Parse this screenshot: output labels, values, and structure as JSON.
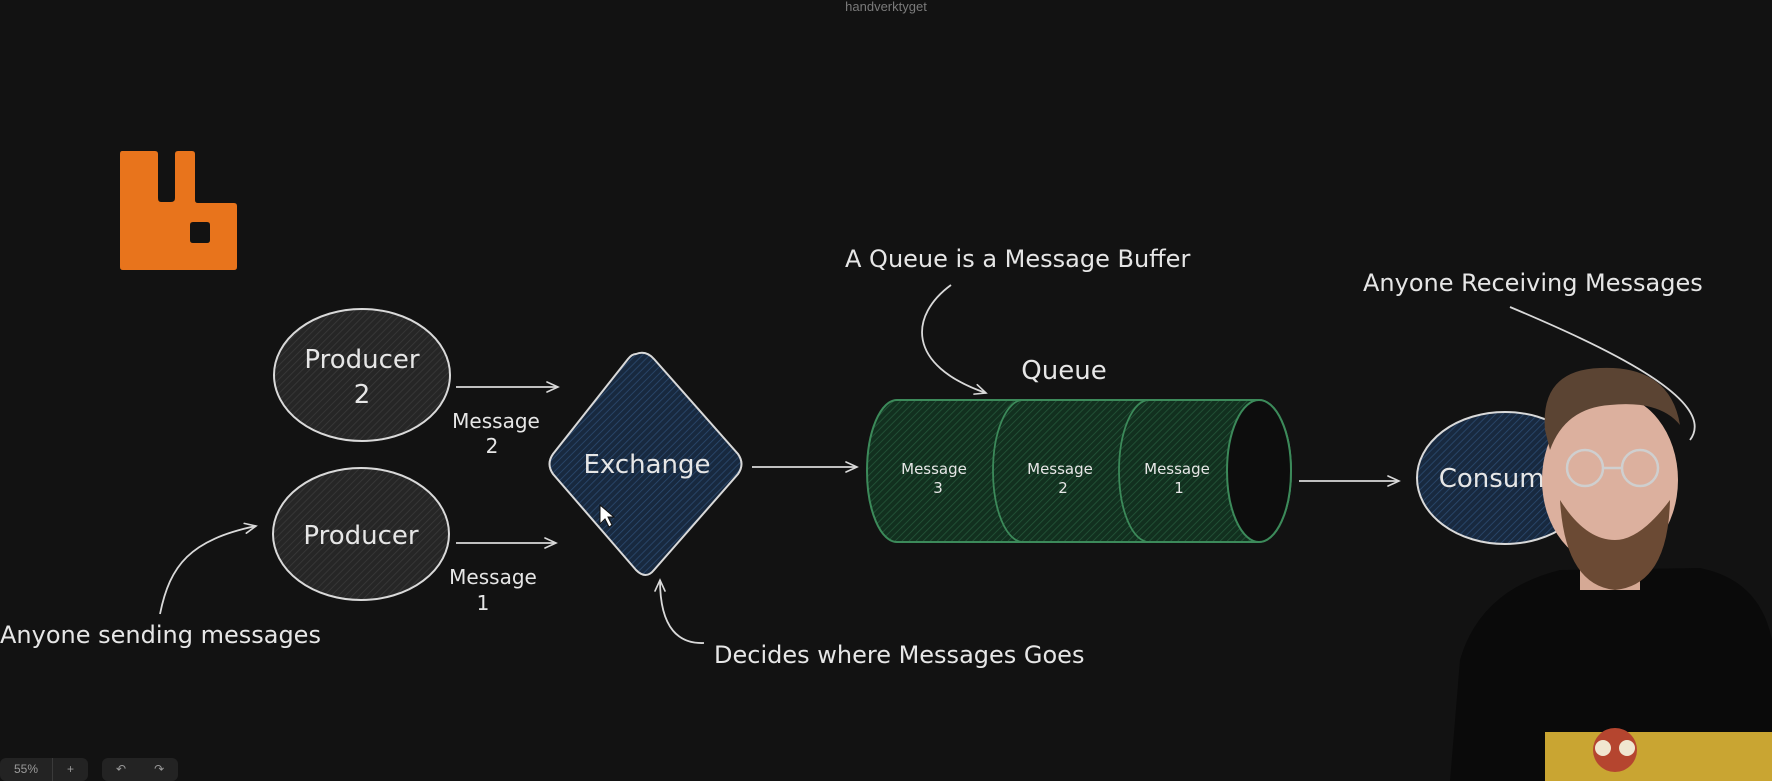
{
  "app": {
    "title": "handverktyget"
  },
  "toolbar": {
    "zoom": "55%",
    "zoom_in": "+",
    "undo": "↶",
    "redo": "↷"
  },
  "diagram": {
    "producer_top": {
      "line1": "Producer",
      "line2": "2"
    },
    "producer_bottom": {
      "label": "Producer"
    },
    "message2_label": {
      "line1": "Message",
      "line2": "2"
    },
    "message1_label": {
      "line1": "Message",
      "line2": "1"
    },
    "exchange": {
      "label": "Exchange"
    },
    "queue_title": "Queue",
    "queue_messages": [
      {
        "line1": "Message",
        "line2": "3"
      },
      {
        "line1": "Message",
        "line2": "2"
      },
      {
        "line1": "Message",
        "line2": "1"
      }
    ],
    "consumer": {
      "label": "Consumer"
    },
    "annotations": {
      "sending": "Anyone sending messages",
      "decides": "Decides where Messages Goes",
      "buffer": "A Queue is a Message Buffer",
      "receiving": "Anyone Receiving Messages"
    }
  },
  "colors": {
    "background": "#121212",
    "logo": "#e8741c",
    "producer": "#2b2b2b",
    "exchange": "#1d3552",
    "queue": "#173a26",
    "queue_stroke": "#3c8a5a",
    "consumer": "#1d3552",
    "stroke": "#d9d9d9"
  }
}
